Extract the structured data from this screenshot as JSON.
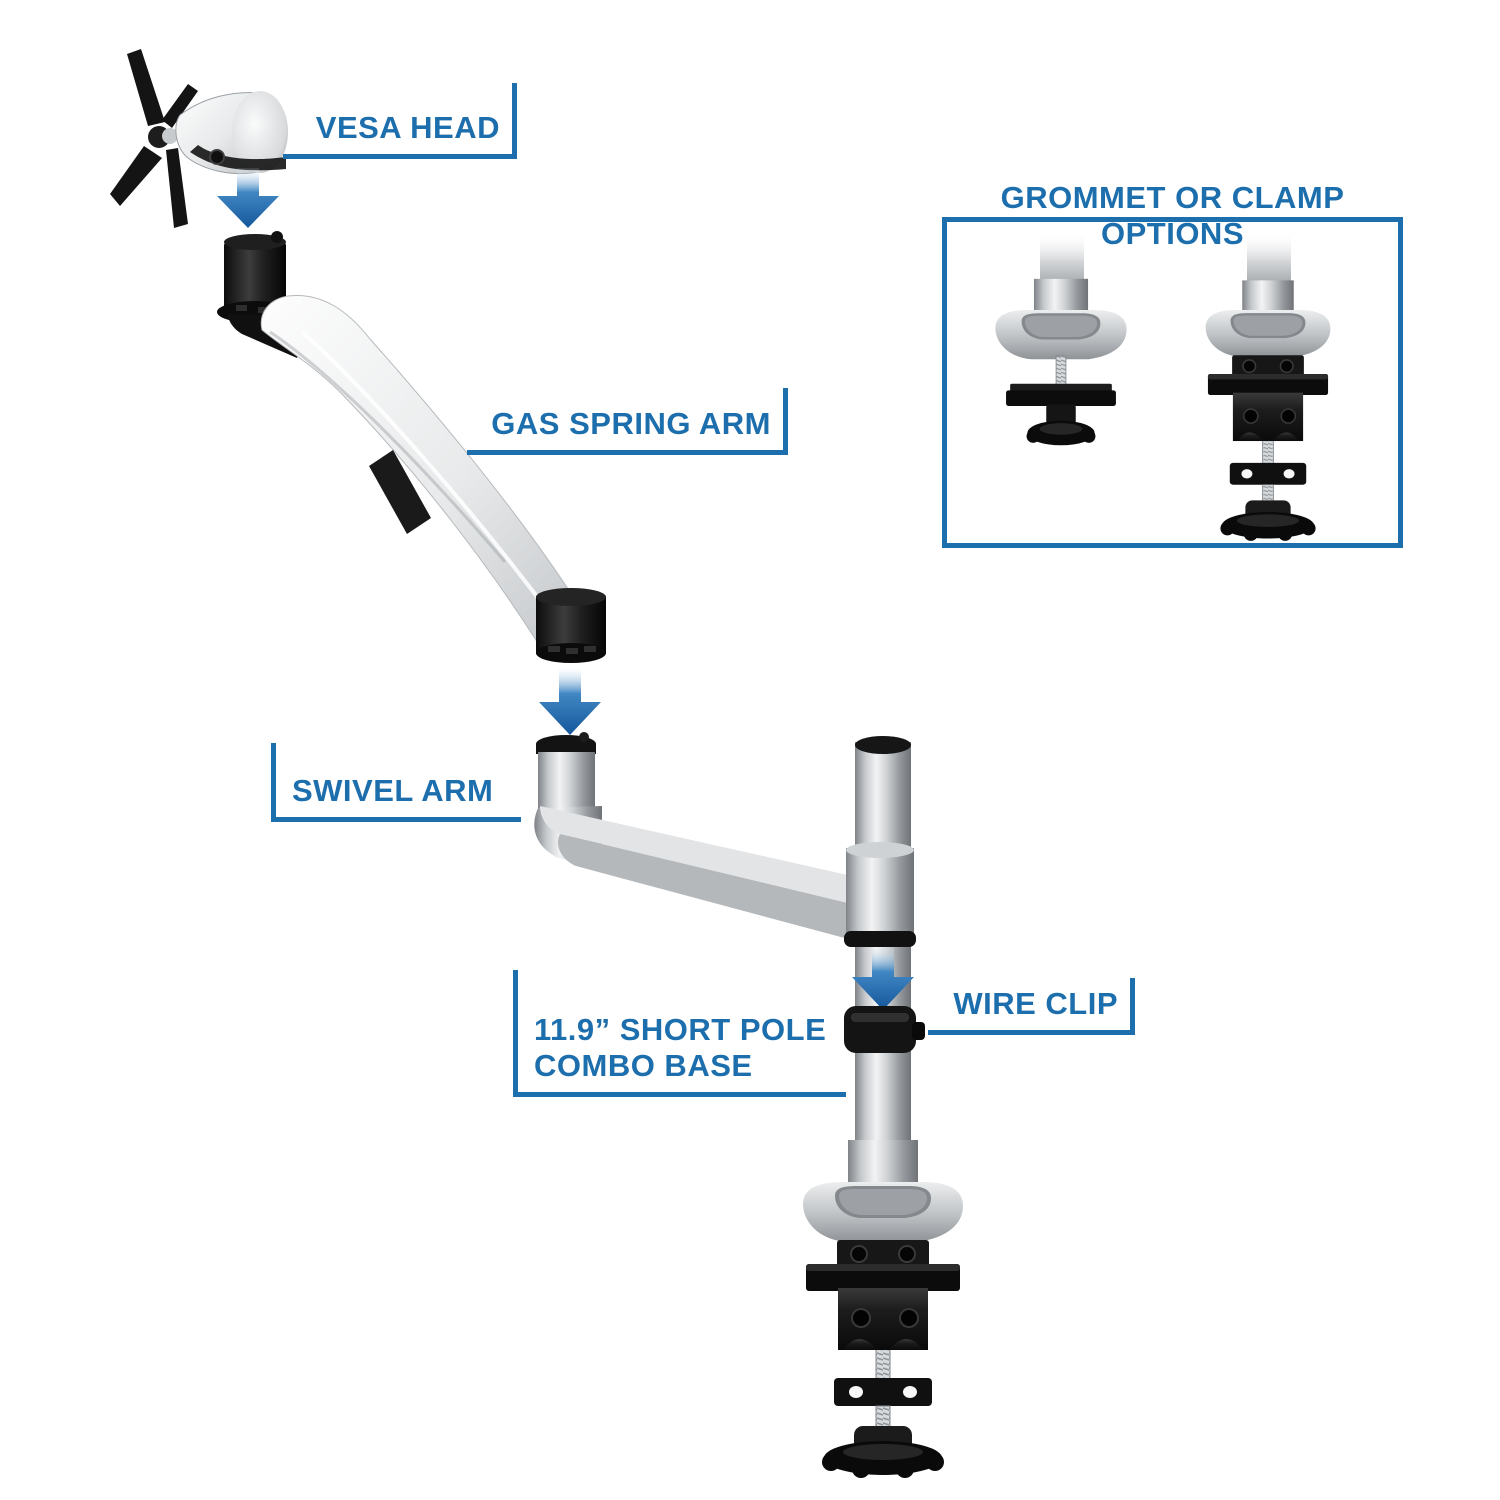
{
  "page": {
    "background": "#ffffff",
    "description": "Exploded assembly diagram of a single-monitor gas-spring desk mount arm"
  },
  "colors": {
    "accent_blue": "#1d6ead",
    "arrow_blue_dark": "#14579c",
    "metal_silver": "#e9ebec",
    "part_black": "#141414"
  },
  "callouts": {
    "vesa_head": {
      "label": "VESA HEAD"
    },
    "gas_spring_arm": {
      "label": "GAS SPRING ARM"
    },
    "swivel_arm": {
      "label": "SWIVEL ARM"
    },
    "short_pole_combo_base": {
      "label_line1": "11.9” SHORT POLE",
      "label_line2": "COMBO BASE"
    },
    "wire_clip": {
      "label": "WIRE CLIP"
    }
  },
  "options_panel": {
    "title": "GROMMET OR CLAMP OPTIONS",
    "options": [
      {
        "name": "grommet-mount",
        "description": "pole base with grommet bolt, bar and knob"
      },
      {
        "name": "c-clamp-mount",
        "description": "pole base with c-clamp body, screw and knob"
      }
    ]
  },
  "icons": [
    {
      "name": "down-arrow",
      "count": 3,
      "meaning": "assembly direction between parts"
    }
  ]
}
